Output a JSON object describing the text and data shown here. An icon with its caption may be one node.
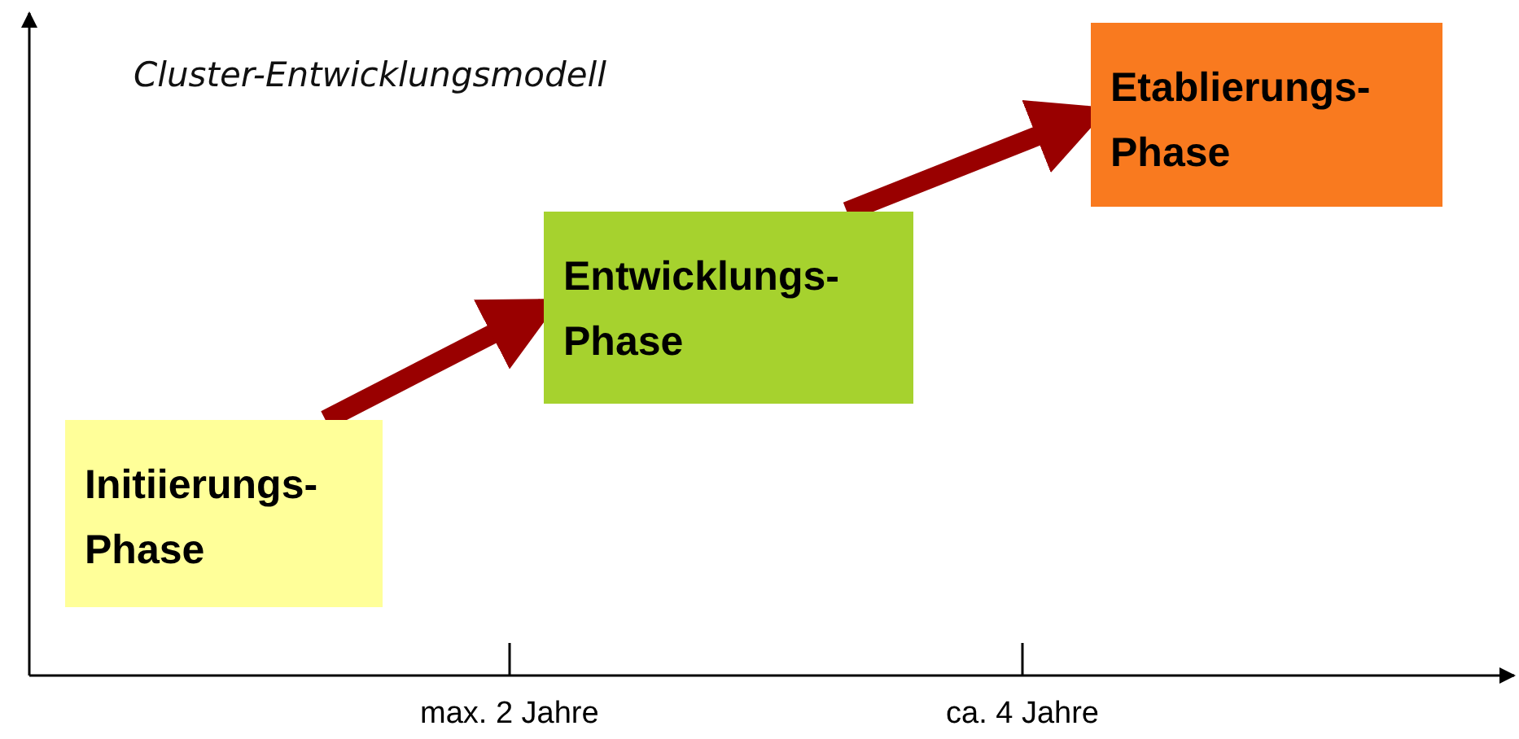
{
  "diagram": {
    "title": "Cluster-Entwicklungsmodell",
    "nodes": [
      {
        "text": [
          "Initiierungs-Phase"
        ]
      },
      {
        "text": [
          "Entwicklungs-Phase"
        ]
      },
      {
        "text": [
          "Etablierungs-Phase"
        ]
      }
    ],
    "edges": [
      {
        "from": 0,
        "to": 1,
        "arrow": "to"
      },
      {
        "from": 1,
        "to": 2,
        "arrow": "to"
      }
    ],
    "labels": [
      "max. 2 Jahre",
      "ca. 4 Jahre"
    ]
  }
}
